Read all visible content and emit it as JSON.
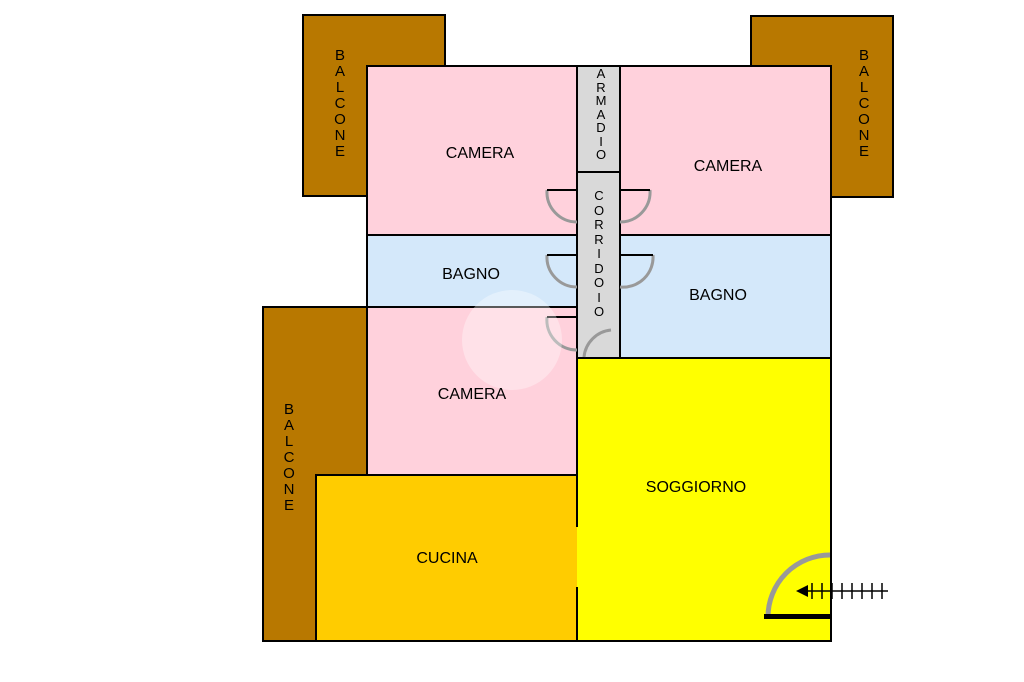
{
  "rooms": {
    "balcone_top_left": "BALCONE",
    "balcone_top_right": "BALCONE",
    "balcone_left": "BALCONE",
    "camera_top_left": "CAMERA",
    "camera_top_right": "CAMERA",
    "camera_middle": "CAMERA",
    "armadio": "ARMADIO",
    "corridoio": "CORRIDOIO",
    "bagno_left": "BAGNO",
    "bagno_right": "BAGNO",
    "soggiorno": "SOGGIORNO",
    "cucina": "CUCINA"
  },
  "colors": {
    "balcone": "#b87800",
    "camera": "#ffd1dc",
    "bagno": "#d4e8fa",
    "corridoio": "#d9d9d9",
    "soggiorno": "#ffff00",
    "cucina": "#ffcc00"
  }
}
